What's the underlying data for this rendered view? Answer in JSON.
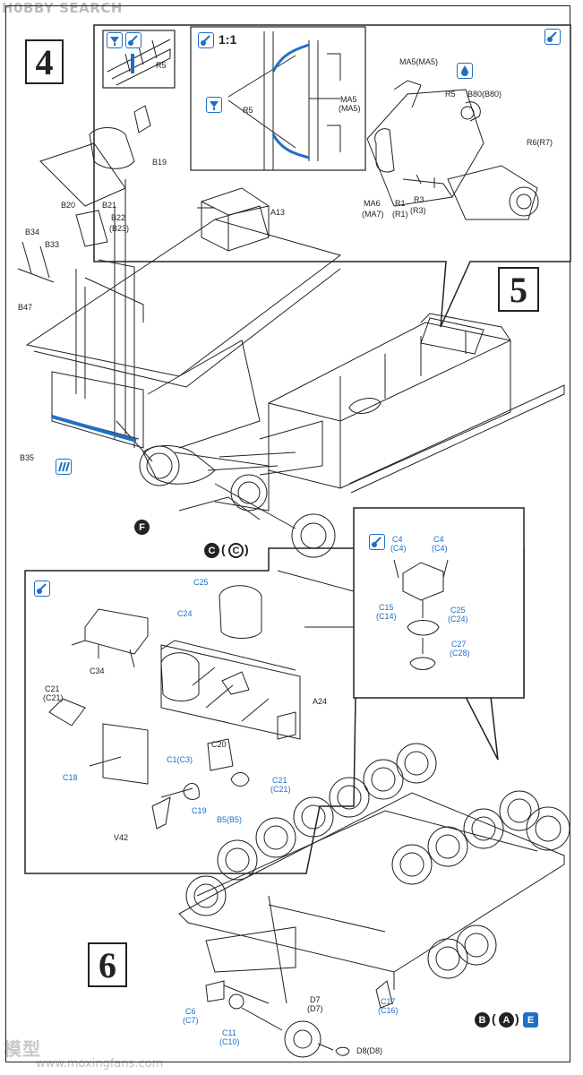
{
  "watermark_top": "H0BBY SEARCH",
  "watermark_bottom_cn": "模型",
  "watermark_bottom_url": "www.moxingfans.com",
  "steps": {
    "s4": "4",
    "s5": "5",
    "s6": "6"
  },
  "scale_label": "1:1",
  "step4_labels": {
    "b19": "B19",
    "b20": "B20",
    "b21": "B21",
    "b22": "B22",
    "b23": "(B23)",
    "b34": "B34",
    "b33": "B33",
    "b47": "B47",
    "b35": "B35",
    "a13": "A13",
    "r5_a": "R5",
    "r5_b": "R5",
    "ma5": "MA5",
    "ma5p": "(MA5)",
    "f": "F"
  },
  "step4_bottom": {
    "c1": "C",
    "c2": "C"
  },
  "step5_labels": {
    "ma5": "MA5(MA5)",
    "r5": "R5",
    "b80": "B80(B80)",
    "r6": "R6(R7)",
    "ma6": "MA6",
    "ma7": "(MA7)",
    "r1": "R1",
    "r1p": "(R1)",
    "r3": "R3",
    "r3p": "(R3)"
  },
  "step6_sub_labels": {
    "c4a": "C4",
    "c4ap": "(C4)",
    "c4b": "C4",
    "c4bp": "(C4)",
    "c15": "C15",
    "c14": "(C14)",
    "c25": "C25",
    "c24": "(C24)",
    "c27": "C27",
    "c28": "(C28)"
  },
  "step6_labels": {
    "c25": "C25",
    "c24": "C24",
    "c34": "C34",
    "a24": "A24",
    "c21a": "C21",
    "c21ap": "(C21)",
    "c18": "C18",
    "c1": "C1(C3)",
    "c20": "C20",
    "c21b": "C21",
    "c21bp": "(C21)",
    "c19": "C19",
    "b5": "B5(B5)",
    "v42": "V42"
  },
  "step6_bottom_labels": {
    "c6": "C6",
    "c7": "(C7)",
    "c11": "C11",
    "c10": "(C10)",
    "d7": "D7",
    "d7p": "(D7)",
    "c17": "C17",
    "c16": "(C16)",
    "d8": "D8(D8)"
  },
  "step6_refs": {
    "b": "B",
    "a": "A",
    "e": "E"
  },
  "colors": {
    "accent_blue": "#1f6fc5",
    "line": "#222222"
  }
}
